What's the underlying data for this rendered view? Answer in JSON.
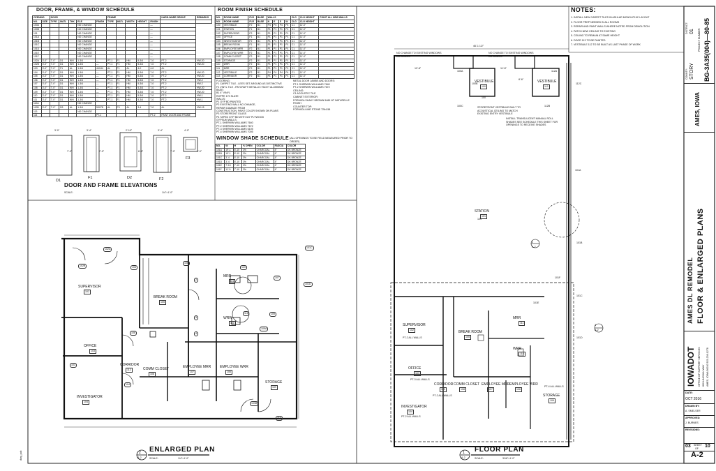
{
  "door_schedule": {
    "title": "DOOR, FRAME, & WINDOW SCHEDULE",
    "group_headers": [
      "OPENING",
      "DOOR",
      "FRAME"
    ],
    "hardware_header": "HARD-WARE GROUP",
    "remarks_header": "REMARKS",
    "columns": [
      "NO.",
      "SIZE",
      "TYPE",
      "MATL",
      "THK",
      "ELE",
      "FINISH",
      "TYPE",
      "MATL",
      "WIDTH",
      "HEIGHT",
      "FINISH"
    ],
    "rows": [
      [
        "100A",
        "",
        "",
        "",
        "",
        "NO CHANGE",
        "",
        "",
        "",
        "",
        "",
        "—",
        ""
      ],
      [
        "100B",
        "",
        "",
        "",
        "",
        "NO CHANGE",
        "",
        "",
        "",
        "",
        "",
        "—",
        ""
      ],
      [
        "101",
        "",
        "",
        "",
        "",
        "NO CHANGE",
        "",
        "",
        "",
        "",
        "",
        "—",
        ""
      ],
      [
        "101A",
        "",
        "",
        "",
        "",
        "NO CHANGE",
        "",
        "",
        "",
        "",
        "",
        "—",
        ""
      ],
      [
        "101B",
        "",
        "",
        "",
        "",
        "NO CHANGE",
        "",
        "",
        "",
        "",
        "",
        "—",
        ""
      ],
      [
        "101C",
        "",
        "",
        "",
        "",
        "NO CHANGE",
        "",
        "",
        "",
        "",
        "",
        "—",
        ""
      ],
      [
        "101D",
        "",
        "",
        "",
        "",
        "NO CHANGE",
        "",
        "",
        "",
        "",
        "",
        "—",
        ""
      ],
      [
        "101E",
        "",
        "",
        "",
        "",
        "NO CHANGE",
        "",
        "",
        "",
        "",
        "",
        "—",
        ""
      ],
      [
        "101F",
        "",
        "",
        "",
        "",
        "NO CHANGE",
        "",
        "",
        "",
        "",
        "",
        "—",
        ""
      ],
      [
        "102A",
        "3'-0\"",
        "7'-0\"",
        "D1",
        "WH",
        "1-3/4",
        "—",
        "PT-1",
        "F1",
        "HM",
        "5-3/4",
        "7-0",
        "PT-2",
        "HW-20"
      ],
      [
        "102B",
        "3'-0\"",
        "7'-0\"",
        "D1",
        "WH",
        "1-3/4",
        "—",
        "PT-1",
        "F1",
        "HM",
        "5-3/4",
        "7-0",
        "PT-2",
        "HW-20"
      ],
      [
        "103",
        "3'-0\"",
        "7'-0\"",
        "F1",
        "AL",
        "1-3/4",
        "44X44",
        "AL",
        "F1",
        "AL",
        "4-0",
        "4-0",
        "AL",
        ""
      ],
      [
        "104",
        "3'-0\"",
        "7'-0\"",
        "D1",
        "WH",
        "1-3/4",
        "—",
        "PT-1",
        "F1",
        "HM",
        "5-3/4",
        "7-0",
        "PT-2",
        "HW-20"
      ],
      [
        "105",
        "3'-0\"",
        "7'-0\"",
        "D1",
        "WH",
        "1-3/4",
        "—",
        "PT-1",
        "F1",
        "HM",
        "5-3/4",
        "7-0",
        "PT-2",
        "HW-20"
      ],
      [
        "106",
        "3'-0\"",
        "7'-0\"",
        "D1",
        "WH",
        "1-3/4",
        "—",
        "PT-1",
        "F1",
        "HM",
        "5-3/4",
        "7-0",
        "PT-2",
        "HW-2"
      ],
      [
        "107",
        "3'-0\"",
        "7'-0\"",
        "D1",
        "WH",
        "1-3/4",
        "—",
        "PT-1",
        "F1",
        "HM",
        "5-3/4",
        "7-0",
        "PT-2",
        "HW-2"
      ],
      [
        "108",
        "3'-0\"",
        "7'-0\"",
        "D1",
        "WH",
        "1-3/4",
        "—",
        "PT-1",
        "F1",
        "HM",
        "5-3/4",
        "7-0",
        "PT-2",
        "HW-20"
      ],
      [
        "109",
        "3'-0\"",
        "7'-0\"",
        "D1",
        "WH",
        "1-3/4",
        "—",
        "PT-1",
        "F1",
        "HM",
        "5-3/4",
        "7-0",
        "PT-2",
        "HW-20"
      ],
      [
        "110",
        "3'-0\"",
        "7'-0\"",
        "D1",
        "WH",
        "1-3/4",
        "—",
        "PT-1",
        "F1",
        "HM",
        "5-3/4",
        "7-0",
        "PT-2",
        "HW-1"
      ],
      [
        "111",
        "3'-0\"",
        "7'-0\"",
        "D1",
        "WH",
        "1-3/4",
        "—",
        "PT-1",
        "F1",
        "HM",
        "5-3/4",
        "7-0",
        "PT-2",
        "HW-1"
      ],
      [
        "112A",
        "",
        "",
        "",
        "",
        "NO CHANGE",
        "",
        "",
        "",
        "",
        "",
        "",
        ""
      ],
      [
        "112B",
        "3'-0\"",
        "7'-0\"",
        "D3",
        "AL",
        "1-3/4",
        "53X78",
        "AL",
        "F3",
        "AL",
        "3-4",
        "7-0",
        "AL",
        "HW-15"
      ],
      [
        "113",
        "",
        "",
        "",
        "",
        "NO CHANGE",
        "",
        "",
        "",
        "",
        "",
        "",
        ""
      ],
      [
        "114",
        "",
        "",
        "",
        "",
        "",
        "PT-1",
        "",
        "",
        "",
        "",
        "PT-2",
        "PAINT DOOR AND FRAME"
      ]
    ]
  },
  "elevations": {
    "title": "DOOR AND FRAME ELEVATIONS",
    "scale_label": "SCALE:",
    "scale_value": "1/4\"=1'-0\"",
    "items": [
      {
        "label": "D1",
        "width": "3'-0\"",
        "height": "7'-0\""
      },
      {
        "label": "F1",
        "width": "3'-4\"",
        "height": "7'-0\""
      },
      {
        "label": "D2",
        "width": "2'-10\"",
        "height": "6'-8\""
      },
      {
        "label": "F2",
        "width": "3'-4\"",
        "height": "7'-0\""
      },
      {
        "label": "F3",
        "width": "4'-0\"",
        "height": "4'-0\""
      }
    ]
  },
  "room_finish": {
    "title": "ROOM FINISH SCHEDULE",
    "columns": [
      "NO.",
      "ROOM NAME",
      "FLR",
      "BASE",
      "N",
      "E",
      "S",
      "W",
      "CLG",
      "CLG HEIGHT"
    ],
    "walls_header": "WALLS",
    "remarks_header": "POINT ALL NEW WALLS",
    "rows": [
      [
        "100",
        "VESTIBULE",
        "F2",
        "B1",
        "P4",
        "P4",
        "P4",
        "P4",
        "C1",
        "11'-0\""
      ],
      [
        "101",
        "STATION",
        "F1",
        "B1",
        "P1",
        "P1",
        "P1",
        "P1",
        "C1",
        "11'-0\""
      ],
      [
        "102",
        "SUPERVISOR",
        "F2",
        "B1",
        "P1",
        "P1",
        "P1",
        "P1",
        "C1",
        "11'-0\""
      ],
      [
        "103",
        "OFFICE",
        "F1",
        "B1",
        "P1",
        "P1",
        "P1",
        "P1",
        "C1",
        "11'-0\""
      ],
      [
        "104",
        "INVESTIGATOR",
        "F2",
        "B1",
        "P1",
        "P1",
        "P1",
        "P1",
        "C1",
        "11'-0\""
      ],
      [
        "105",
        "BREAK ROOM",
        "F1",
        "B1",
        "P1",
        "P1",
        "P1",
        "P1",
        "C1",
        "11'-0\""
      ],
      [
        "106",
        "EMPLOYEE MRR",
        "F2",
        "B1",
        "P1",
        "P1",
        "P1",
        "P1",
        "C1",
        "11'-0\""
      ],
      [
        "107",
        "EMPLOYEE WRR",
        "F2",
        "B1",
        "P1",
        "P1",
        "P1",
        "P1",
        "C1",
        "11'-0\""
      ],
      [
        "108",
        "COMM CLOSET",
        "F2",
        "B1",
        "P1",
        "P1",
        "P1",
        "P1",
        "C1",
        "11'-0\""
      ],
      [
        "109",
        "STORAGE",
        "F2",
        "B1",
        "P1",
        "P1",
        "P1",
        "P1",
        "C1",
        "11'-0\""
      ],
      [
        "110",
        "WRR",
        "F2",
        "B1",
        "P1",
        "P1",
        "P1",
        "P1",
        "C1",
        "11'-0\""
      ],
      [
        "111",
        "MRR",
        "F2",
        "B1",
        "P1",
        "P1",
        "P1",
        "P1",
        "C1",
        "11'-0\""
      ],
      [
        "112",
        "VESTIBULE",
        "F2",
        "B1",
        "P4",
        "P4",
        "P4",
        "P4",
        "C1",
        "11'-0\""
      ],
      [
        "113",
        "CORRIDOR",
        "F2",
        "B1",
        "P1",
        "P1",
        "P1",
        "P1",
        "C1",
        "11'-0\""
      ]
    ],
    "notes_left": [
      "FLOORING:",
      "F1 CARPET TILE - LEES SET AROUND AS DISTINCTIVE",
      "F2 VINYL TILE - PATCRAFT METALLIX FACET ALUMINUM",
      "BASE:",
      "B1 4\" VINYL",
      "ROPPE 170 SLATE",
      "WALLS:",
      "P1 GYP BD PAINTED",
      "P2 EXISTING WALL NO CHANGE,",
      "REPAIR DAMAGE FROM",
      "CONSTRUCTION, PAINT COLOR SHOWN ON PLANS",
      "P3 STOREFRONT GLASS",
      "P4 TAPED GYP BD WITH 3/4\" PLYWOOD",
      "GYPSUM WALLS:",
      "PT-1 SHERWIN WILLIAMS 7640",
      "PT-2 SHERWIN WILLIAMS 7672",
      "PT-3 SHERWIN WILLIAMS 6105",
      "PT-4 SHERWIN WILLIAMS 7005"
    ],
    "notes_right": [
      "METAL DOOR JAMBS AND DOORS:",
      "PT-1 SHERWIN WILLIAMS 7640",
      "PT-2 SHERWIN WILLIAMS 7672",
      "CEILING:",
      "C1 ACOUSTIC TILE",
      "CABINET EXTERIOR:",
      "FORMICA SHAKY BROWN 5489 NT NATURELLE",
      "FINISH",
      "COUNTER TOP:",
      "FORMICA LIME STONE 7264-58"
    ]
  },
  "window_shade": {
    "title": "WINDOW SHADE SCHEDULE",
    "note": "(ALL OPENINGS TO BE FIELD MEASURED PRIOR TO ORDER)",
    "columns": [
      "NO.",
      "W",
      "H",
      "% OPEN",
      "COLOR",
      "FASCIA",
      "COLOR"
    ],
    "rows": [
      [
        "101A",
        "19'-1",
        "8'-10",
        "3%",
        "CHARCOAL",
        "4\"",
        "DK BRONZE"
      ],
      [
        "101B",
        "19'-1",
        "8'-10",
        "3%",
        "CHARCOAL",
        "4\"",
        "DK BRONZE"
      ],
      [
        "101C",
        "3'-4",
        "8'-10",
        "3%",
        "CHARCOAL",
        "4\"",
        "DK BRONZE"
      ],
      [
        "101D",
        "3'-4",
        "8'-10",
        "3%",
        "CHARCOAL",
        "4\"",
        "DK BRONZE"
      ],
      [
        "101E",
        "7'-10",
        "7'-10",
        "3%",
        "CHARCOAL",
        "4\"",
        "DK BRONZE"
      ],
      [
        "101F",
        "11'-9",
        "7'-10",
        "3%",
        "CHARCOAL",
        "4\"",
        "DK BRONZE"
      ]
    ]
  },
  "notes": {
    "title": "NOTES:",
    "items": [
      "1. INSTALL NEW CARPET TILES IN ASHLAR MONOLITHIC LAYOUT",
      "2. FLOOR PREP NEEDED IN ALL ROOMS",
      "3. REPAIR AND PAINT WALLS WHERE NOTED FROM DEMOLITION",
      "4. PATCH NEW CEILING TO EXISTING",
      "5. CEILING TO REMAIN AT SAME HEIGHT",
      "6. DOOR 113 TO BE PAINTED",
      "7. VESTIBULE 112 TO BE BUILT AS LAST PHASE OF WORK"
    ]
  },
  "enlarged_plan": {
    "title": "ENLARGED PLAN",
    "bubble_top": "2",
    "bubble_bottom": "A-2",
    "scale_label": "SCALE:",
    "scale_value": "1/4\"=1'-0\"",
    "rooms": [
      {
        "name": "SUPERVISOR",
        "number": "102"
      },
      {
        "name": "OFFICE",
        "number": "103"
      },
      {
        "name": "INVESTIGATOR",
        "number": "104"
      },
      {
        "name": "CORRIDOR",
        "number": "113"
      },
      {
        "name": "BREAK ROOM",
        "number": "105"
      },
      {
        "name": "MRR",
        "number": "111"
      },
      {
        "name": "WRR",
        "number": "110"
      },
      {
        "name": "COMM CLOSET",
        "number": "108"
      },
      {
        "name": "EMPLOYEE MRR",
        "number": "107"
      },
      {
        "name": "EMPLOYEE WRR",
        "number": "106"
      },
      {
        "name": "STORAGE",
        "number": "109"
      }
    ],
    "tags": [
      "102A",
      "102B",
      "105",
      "106",
      "107",
      "108",
      "109",
      "109A",
      "109B",
      "110",
      "111",
      "113",
      "104",
      "103",
      "101C",
      "101D",
      "2",
      "3",
      "4"
    ]
  },
  "floor_plan": {
    "title": "FLOOR PLAN",
    "bubble_top": "1",
    "bubble_bottom": "A-2",
    "scale_label": "SCALE:",
    "scale_value": "3/16\"=1'-0\"",
    "rooms": [
      {
        "name": "VESTIBULE",
        "number": "100"
      },
      {
        "name": "VESTIBULE",
        "number": "112"
      },
      {
        "name": "STATION",
        "number": "101"
      },
      {
        "name": "SUPERVISOR",
        "number": "102"
      },
      {
        "name": "OFFICE",
        "number": "103"
      },
      {
        "name": "INVESTIGATOR",
        "number": "104"
      },
      {
        "name": "CORRIDOR",
        "number": "113"
      },
      {
        "name": "BREAK ROOM",
        "number": "105"
      },
      {
        "name": "COMM CLOSET",
        "number": "108"
      },
      {
        "name": "EMPLOYEE MRR",
        "number": "107"
      },
      {
        "name": "EMPLOYEE WRR",
        "number": "106"
      },
      {
        "name": "STORAGE",
        "number": "109"
      },
      {
        "name": "MRR",
        "number": "111"
      },
      {
        "name": "WRR",
        "number": "110"
      }
    ],
    "paint_notes": [
      "PT-2 ALL WALLS",
      "PT-3 ALL WALLS",
      "PT-4 ALL WALLS",
      "PT-2 ALL WALLS",
      "PT-2 ALL WALLS"
    ],
    "callouts": [
      "NO CHANGE TO EXISTING WINDOWS OR DOORS",
      "NO CHANGE TO EXISTING WINDOWS OR DOORS",
      "STOREFRONT VESTIBULE BUILT TO ACOUSTICAL CEILING TO MATCH EXISTING ENTRY VESTIBULE",
      "INSTALL TRANSLUCENT MANUAL ROLL SHADES SEE SCHEDULE THIS SHEET FOR OPENINGS TO RECEIVE SHADES"
    ],
    "dims": [
      "46'-1 1/2\"",
      "12'-8\"",
      "11'-8\"",
      "8'-6\""
    ],
    "tags": [
      "100A",
      "100B",
      "100C",
      "112A",
      "112B",
      "112C",
      "101A",
      "101B",
      "101C",
      "101D",
      "101E",
      "101F",
      "101",
      "100",
      "1",
      "A-2",
      "2",
      "A-2"
    ]
  },
  "title_block": {
    "district_label": "DISTRICT:",
    "district": "01",
    "county_label": "COUNTY:",
    "county": "STORY",
    "project_label": "PROJECT NUMBER:",
    "project": "BG-3A35(004)—80-85",
    "city": "AMES, IOWA",
    "project_name": "AMES DL REMODEL",
    "sheet_name": "FLOOR & ENLARGED PLANS",
    "org": "IOWADOT",
    "org_lines": [
      "OFFICE OF SUPPORT SERVICES",
      "800 LINCOLN WAY",
      "AMES, IOWA 50010 515-239-1278"
    ],
    "date_label": "DATE:",
    "date": "OCT 2016",
    "drawn_label": "DRAWN BY:",
    "drawn": "A. SMELSER",
    "approved_label": "APPROVED:",
    "approved": "J. BURNES",
    "revisions_label": "REVISIONS:",
    "sheet_no": "03",
    "sheet_word": "SHEET",
    "sheet_of": "OF",
    "sheet_total": "10",
    "sheet_id": "A-2"
  },
  "left_margin_text": "dwg_pdc"
}
